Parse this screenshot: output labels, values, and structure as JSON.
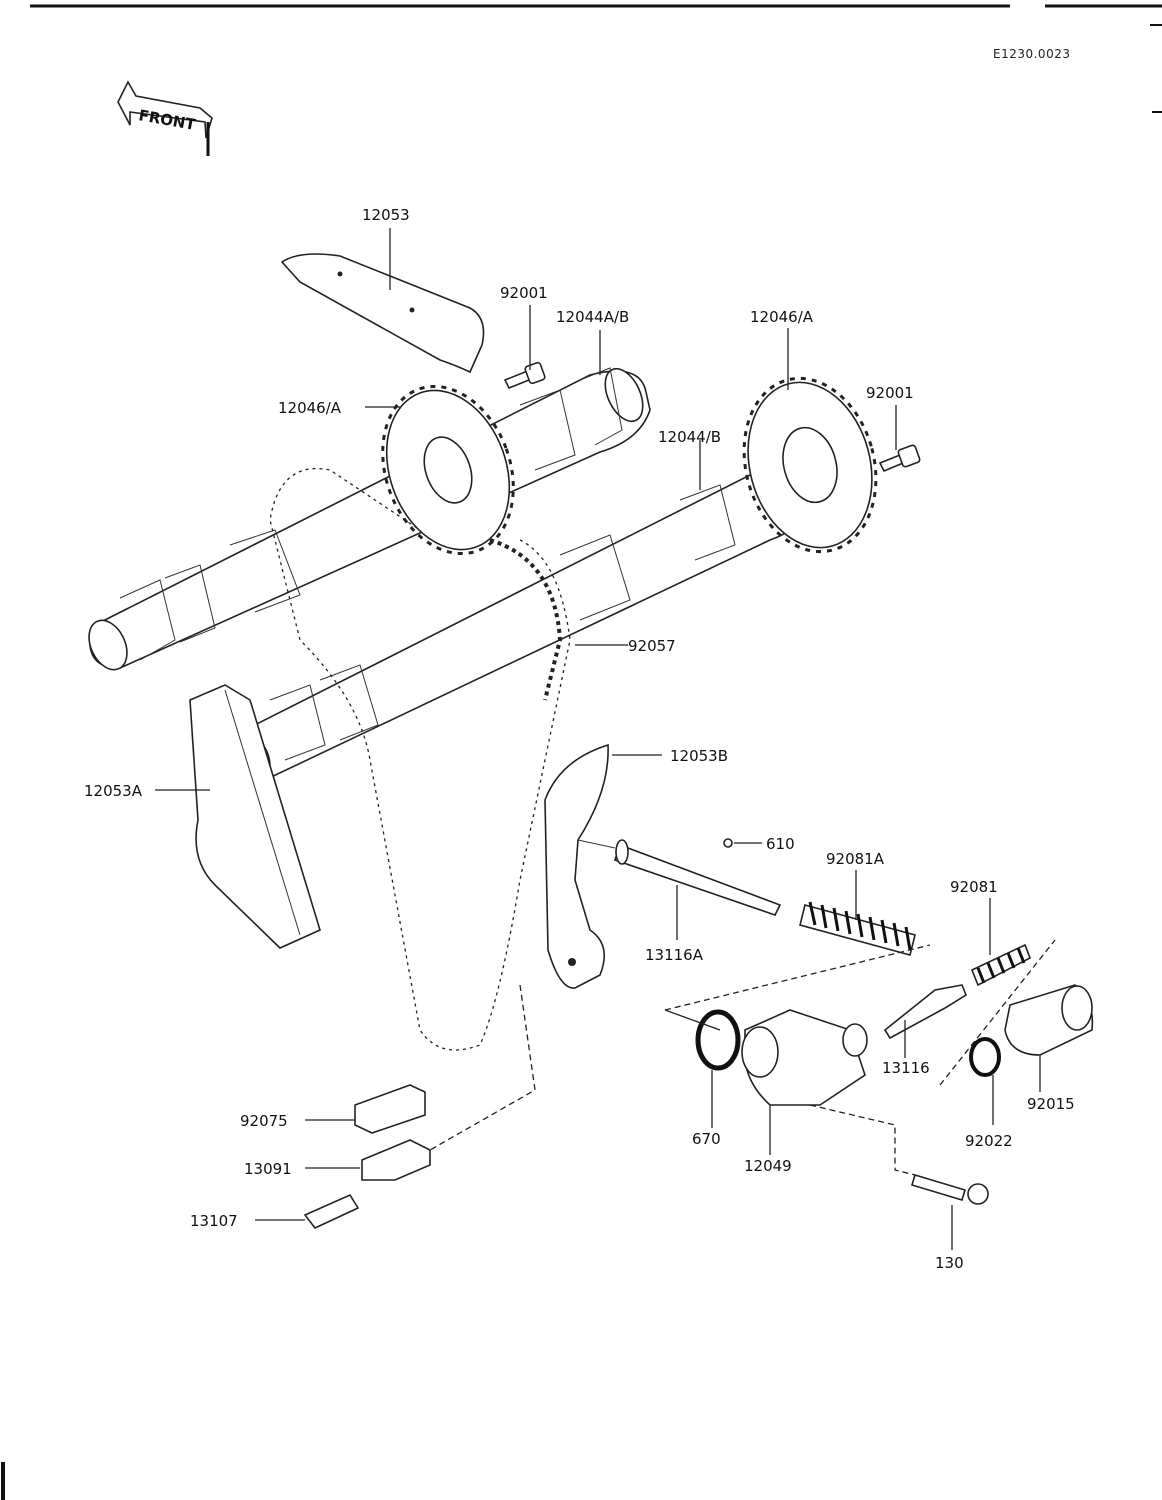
{
  "figure_ref": "E1230.0023",
  "direction_label": "FRONT",
  "labels": {
    "p12053": "12053",
    "p92001_left": "92001",
    "p12044AB": "12044A/B",
    "p12046A_right": "12046/A",
    "p92001_right": "92001",
    "p12046A_left": "12046/A",
    "p12044B": "12044/B",
    "p92057": "92057",
    "p12053B": "12053B",
    "p12053A": "12053A",
    "p610": "610",
    "p92081A": "92081A",
    "p92081": "92081",
    "p13116A": "13116A",
    "p13116": "13116",
    "p92015": "92015",
    "p92022": "92022",
    "p670": "670",
    "p12049": "12049",
    "p92075": "92075",
    "p13091": "13091",
    "p13107": "13107",
    "p130": "130"
  }
}
